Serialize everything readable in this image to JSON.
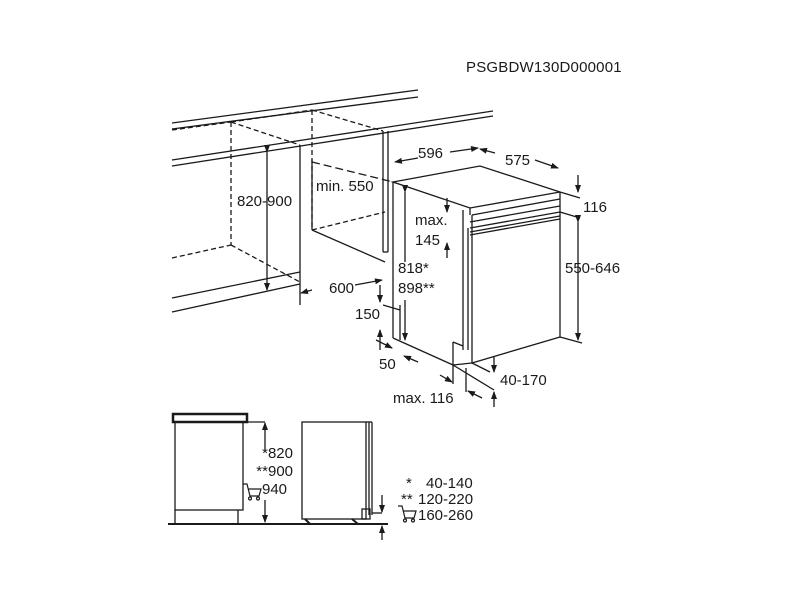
{
  "code": "PSGBDW130D000001",
  "labels": {
    "width": "596",
    "depth": "575",
    "top_gap": "116",
    "niche_height": "820-900",
    "min_depth": "min. 550",
    "max_label": "max.",
    "max_value": "145",
    "height_a": "818*",
    "height_b": "898**",
    "panel_height": "550-646",
    "niche_depth": "600",
    "plinth": "150",
    "plinth_offset": "50",
    "kick_range": "40-170",
    "max_bottom": "max. 116"
  },
  "side_view": {
    "heights": [
      "*820",
      "**900",
      "940"
    ],
    "plinth_ranges": [
      {
        "mark": "*",
        "value": "40-140"
      },
      {
        "mark": "**",
        "value": "120-220"
      },
      {
        "mark": "cart",
        "value": "160-260"
      }
    ]
  },
  "colors": {
    "line": "#1a1a1a",
    "background": "#ffffff"
  }
}
